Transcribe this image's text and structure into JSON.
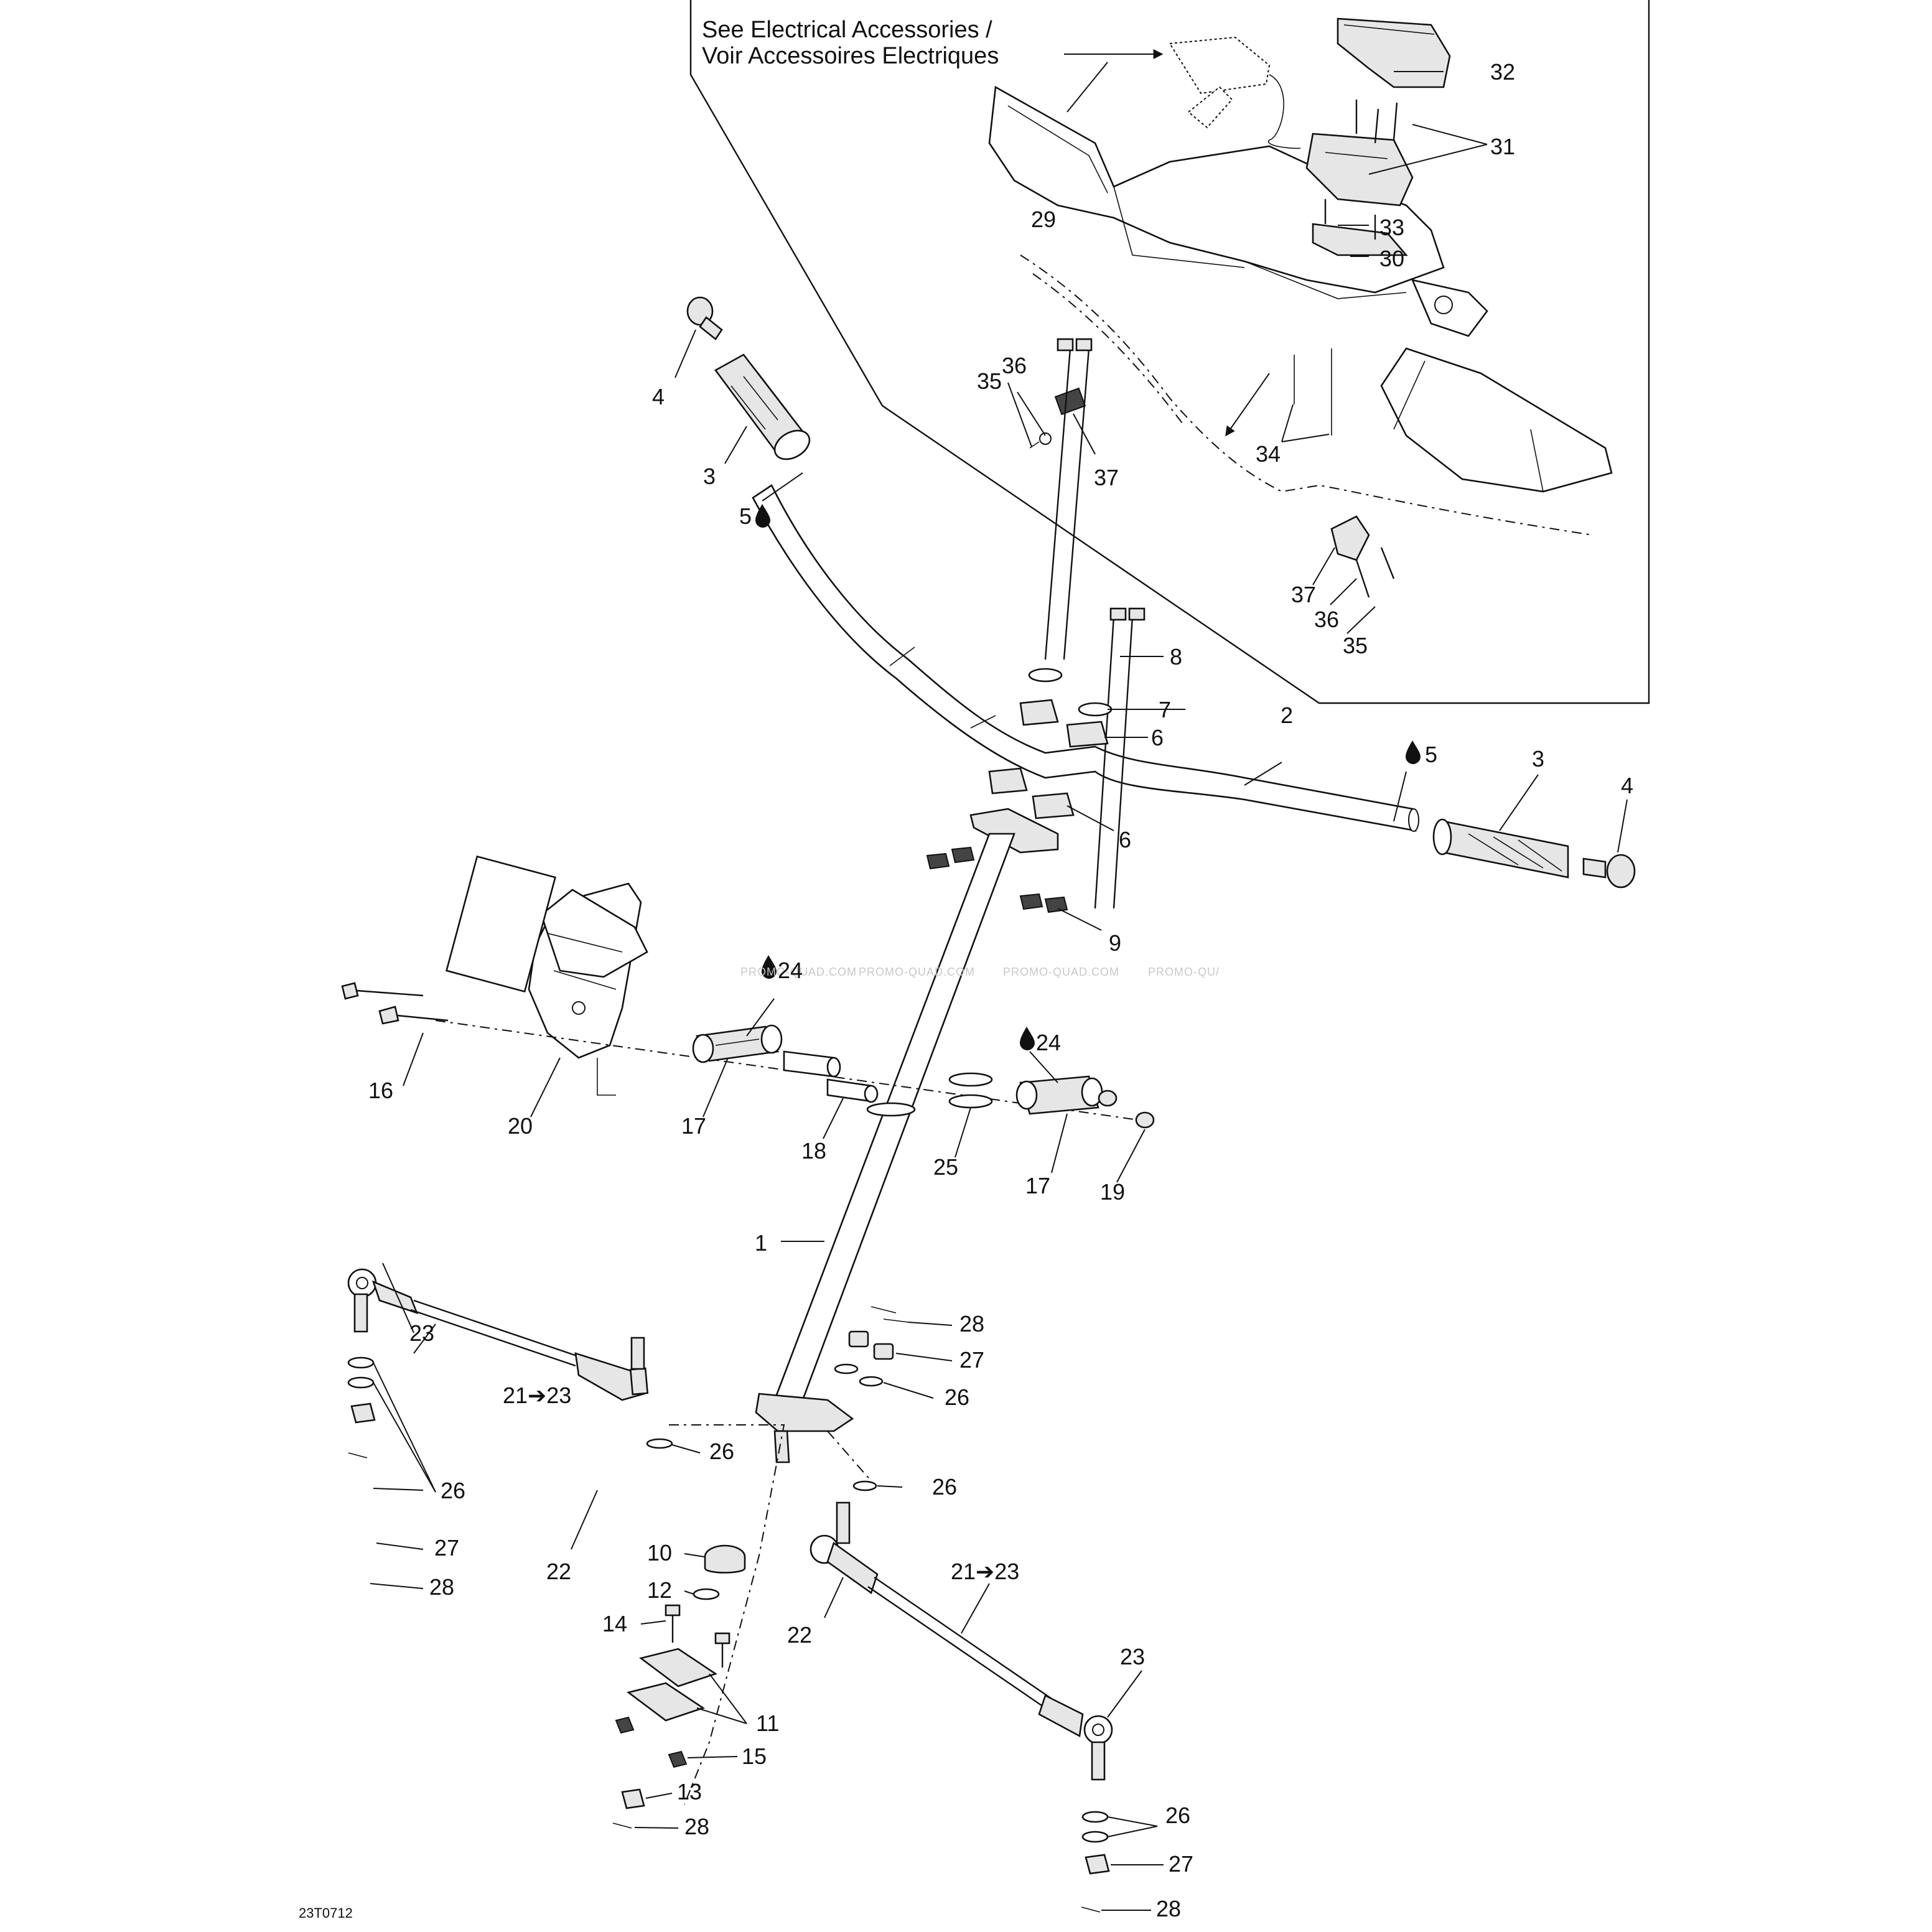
{
  "diagram": {
    "note_line1": "See Electrical Accessories  /",
    "note_line2": "Voir Accessoires Electriques",
    "reference": "23T0712",
    "watermark": "PROMO-QUAD.COM",
    "watermark_partial": "PROMO-QU/",
    "labels": {
      "l1": "1",
      "l2": "2",
      "l3a": "3",
      "l3b": "3",
      "l4a": "4",
      "l4b": "4",
      "l5a": "5",
      "l5b": "5",
      "l6a": "6",
      "l6b": "6",
      "l7": "7",
      "l8": "8",
      "l9": "9",
      "l10": "10",
      "l11": "11",
      "l12": "12",
      "l13": "13",
      "l14": "14",
      "l15": "15",
      "l16": "16",
      "l17a": "17",
      "l17b": "17",
      "l18": "18",
      "l19": "19",
      "l20": "20",
      "l21a": "21➔23",
      "l21b": "21➔23",
      "l22a": "22",
      "l22b": "22",
      "l23a": "23",
      "l23b": "23",
      "l24a": "24",
      "l24b": "24",
      "l25": "25",
      "l26a": "26",
      "l26b": "26",
      "l26c": "26",
      "l26d": "26",
      "l26e": "26",
      "l27a": "27",
      "l27b": "27",
      "l27c": "27",
      "l28a": "28",
      "l28b": "28",
      "l28c": "28",
      "l28d": "28",
      "l29": "29",
      "l30": "30",
      "l31": "31",
      "l32": "32",
      "l33": "33",
      "l34": "34",
      "l35a": "35",
      "l35b": "35",
      "l36a": "36",
      "l36b": "36",
      "l37a": "37",
      "l37b": "37"
    }
  }
}
